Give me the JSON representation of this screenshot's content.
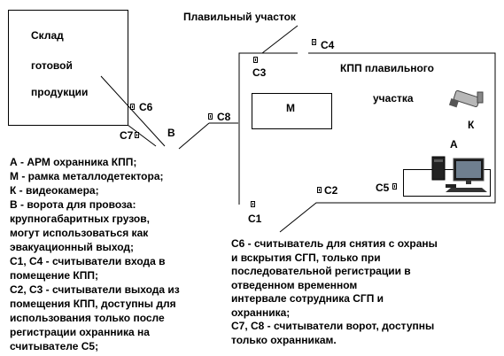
{
  "labels": {
    "warehouse_1": "Склад",
    "warehouse_2": "готовой",
    "warehouse_3": "продукции",
    "melting_area": "Плавильный участок",
    "kpp_1": "КПП плавильного",
    "kpp_2": "участка",
    "m": "М",
    "k": "К",
    "a": "А",
    "v": "В",
    "c1": "С1",
    "c2": "С2",
    "c3": "С3",
    "c4": "С4",
    "c5": "С5",
    "c6": "С6",
    "c7": "С7",
    "c8": "С8"
  },
  "legend_left": [
    "А - АРМ охранника КПП;",
    "М - рамка металлодетектора;",
    "К - видеокамера;",
    "В - ворота для провоза:",
    "      крупногабаритных грузов,",
    "      могут использоваться как",
    "      эвакуационный выход;",
    "С1, С4 - считыватели входа в",
    "      помещение КПП;",
    "С2, С3 - считыватели выхода из",
    "      помещения КПП, доступны для",
    "      использования только после",
    "      регистрации охранника на",
    "      считывателе С5;"
  ],
  "legend_right": [
    "С6 - считыватель для снятия с        охраны",
    "       и вскрытия СГП, только          при",
    "       последовательной         регистрации в",
    "       отведенном          временном",
    "       интервале         сотрудника СГП и",
    "       охранника;",
    "С7, С8 - считыватели ворот,           доступны",
    "       только охранникам."
  ]
}
